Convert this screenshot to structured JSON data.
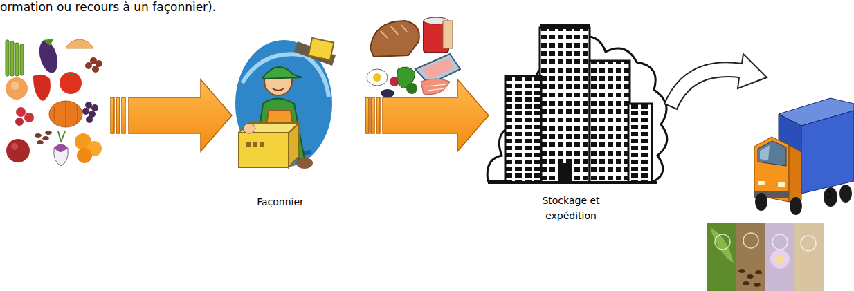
{
  "diagram": {
    "nodes": [
      {
        "text": [
          "Façonnier"
        ]
      },
      {
        "text": [
          "Stockage et expédition"
        ]
      }
    ],
    "edges": [
      {
        "from": 0,
        "to": 1,
        "arrow": "to"
      }
    ],
    "labels": [
      "ormation ou recours à un façonnier).",
      "3"
    ]
  }
}
